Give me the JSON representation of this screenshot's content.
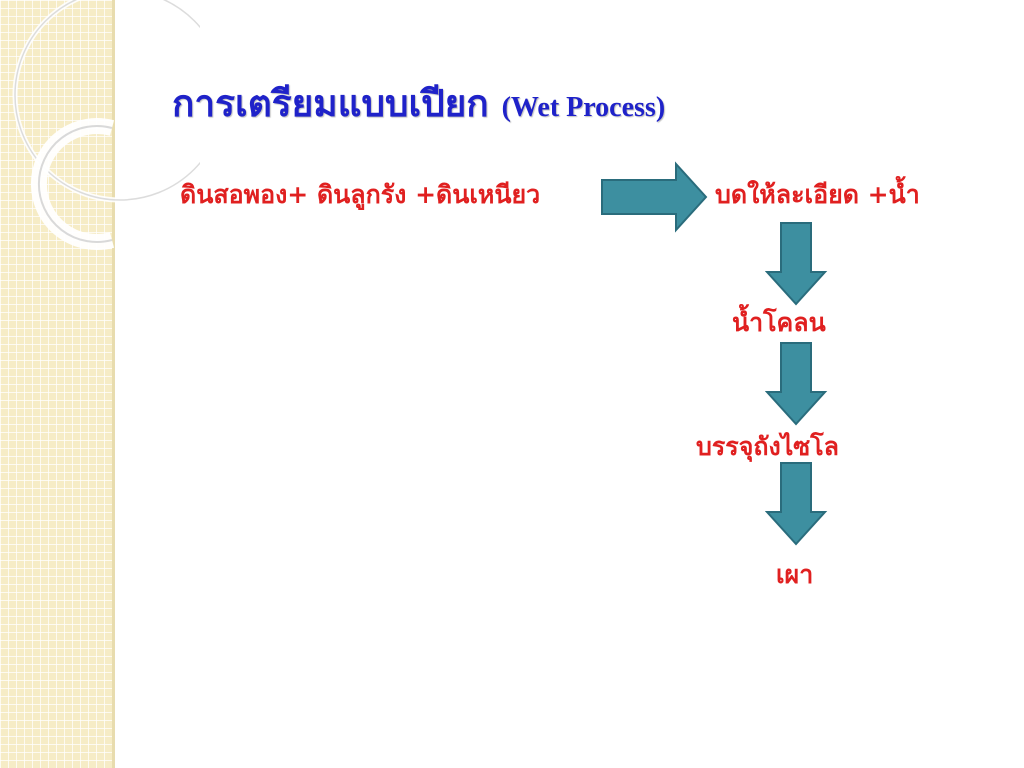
{
  "slide": {
    "title_th": "การเตรียมแบบเปียก",
    "title_en": "(Wet Process)"
  },
  "diagram": {
    "input": "ดินสอพอง+ ดินลูกรัง +ดินเหนียว",
    "step1": "บดให้ละเอียด +น้ำ",
    "step2": "น้ำโคลน",
    "step3": "บรรจุถังไซโล",
    "step4": "เผา"
  },
  "colors": {
    "title": "#1f22c9",
    "step_text": "#e02020",
    "arrow_fill": "#3d8fa0",
    "arrow_stroke": "#2a6c7c",
    "side_strip": "#f6ecc6"
  }
}
